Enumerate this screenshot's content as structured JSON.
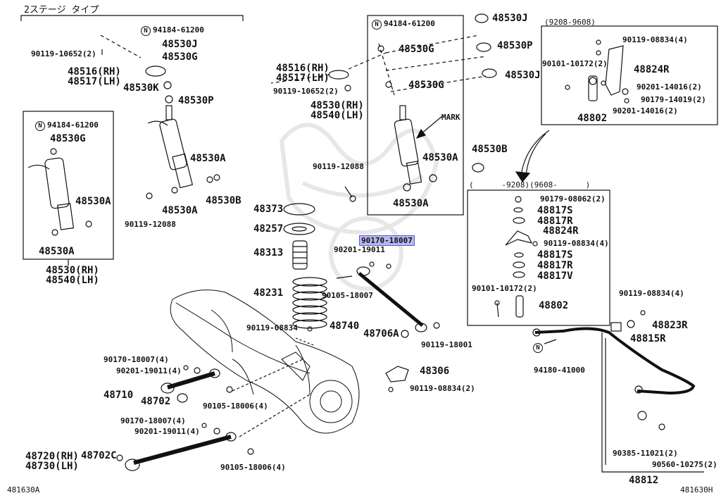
{
  "corner": {
    "left": "481630A",
    "right": "481630H"
  },
  "header": {
    "stage_label": "2ステージ タイプ"
  },
  "mark_label": "MARK",
  "date_ranges": {
    "upper_right": "(9208-9608)",
    "lower_right_a": "(",
    "lower_right_b": "-9208)(9608-",
    "lower_right_c": ")"
  },
  "n_symbol": "N",
  "labels": {
    "l01": "94184-61200",
    "l02": "48530J",
    "l03": "90119-10652(2)",
    "l04": "48530G",
    "l05a": "48516(RH)",
    "l05b": "48517(LH)",
    "l06": "48530K",
    "l07": "48530P",
    "l08": "48530A",
    "l09": "48530A",
    "l10": "48530B",
    "l11": "90119-12088",
    "l12": "94184-61200",
    "l13": "48530G",
    "l14": "48530A",
    "l15": "48530A",
    "l16a": "48530(RH)",
    "l16b": "48540(LH)",
    "m01": "94184-61200",
    "m02": "48530J",
    "m03": "48530G",
    "m04": "48530P",
    "m05a": "48516(RH)",
    "m05b": "48517(LH)",
    "m06": "90119-10652(2)",
    "m07": "48530G",
    "m08": "48530J",
    "m09a": "48530(RH)",
    "m09b": "48540(LH)",
    "m10": "48530A",
    "m11": "48530B",
    "m12": "90119-12088",
    "m13": "48530A",
    "c01": "48373",
    "c02": "48257",
    "c03": "48313",
    "c04": "90170-18007",
    "c05": "90201-19011",
    "c06": "48231",
    "c07": "90105-18007",
    "c08": "90119-08834",
    "c09": "48740",
    "c10": "48706A",
    "c11": "90119-18001",
    "c12": "48306",
    "c13": "90119-08834(2)",
    "b01": "90170-18007(4)",
    "b02": "90201-19011(4)",
    "b03": "48710",
    "b04": "48702",
    "b05": "90105-18006(4)",
    "b06": "90170-18007(4)",
    "b07": "90201-19011(4)",
    "b08a": "48720(RH)",
    "b08b": "48730(LH)",
    "b09": "48702C",
    "b10": "90105-18006(4)",
    "r01": "90119-08834(4)",
    "r02": "90101-10172(2)",
    "r03": "48824R",
    "r04": "90201-14016(2)",
    "r05": "90179-14019(2)",
    "r06": "48802",
    "r07": "90201-14016(2)",
    "s01": "90179-08062(2)",
    "s02": "48817S",
    "s03": "48817R",
    "s04": "48824R",
    "s05": "90119-08834(4)",
    "s06": "48817S",
    "s07": "48817R",
    "s08": "48817V",
    "s09": "90101-10172(2)",
    "s10": "48802",
    "t01": "90119-08834(4)",
    "t02": "48823R",
    "t03": "48815R",
    "t04": "94180-41000",
    "t05": "90385-11021(2)",
    "t06": "90560-10275(2)",
    "t07": "48812"
  }
}
